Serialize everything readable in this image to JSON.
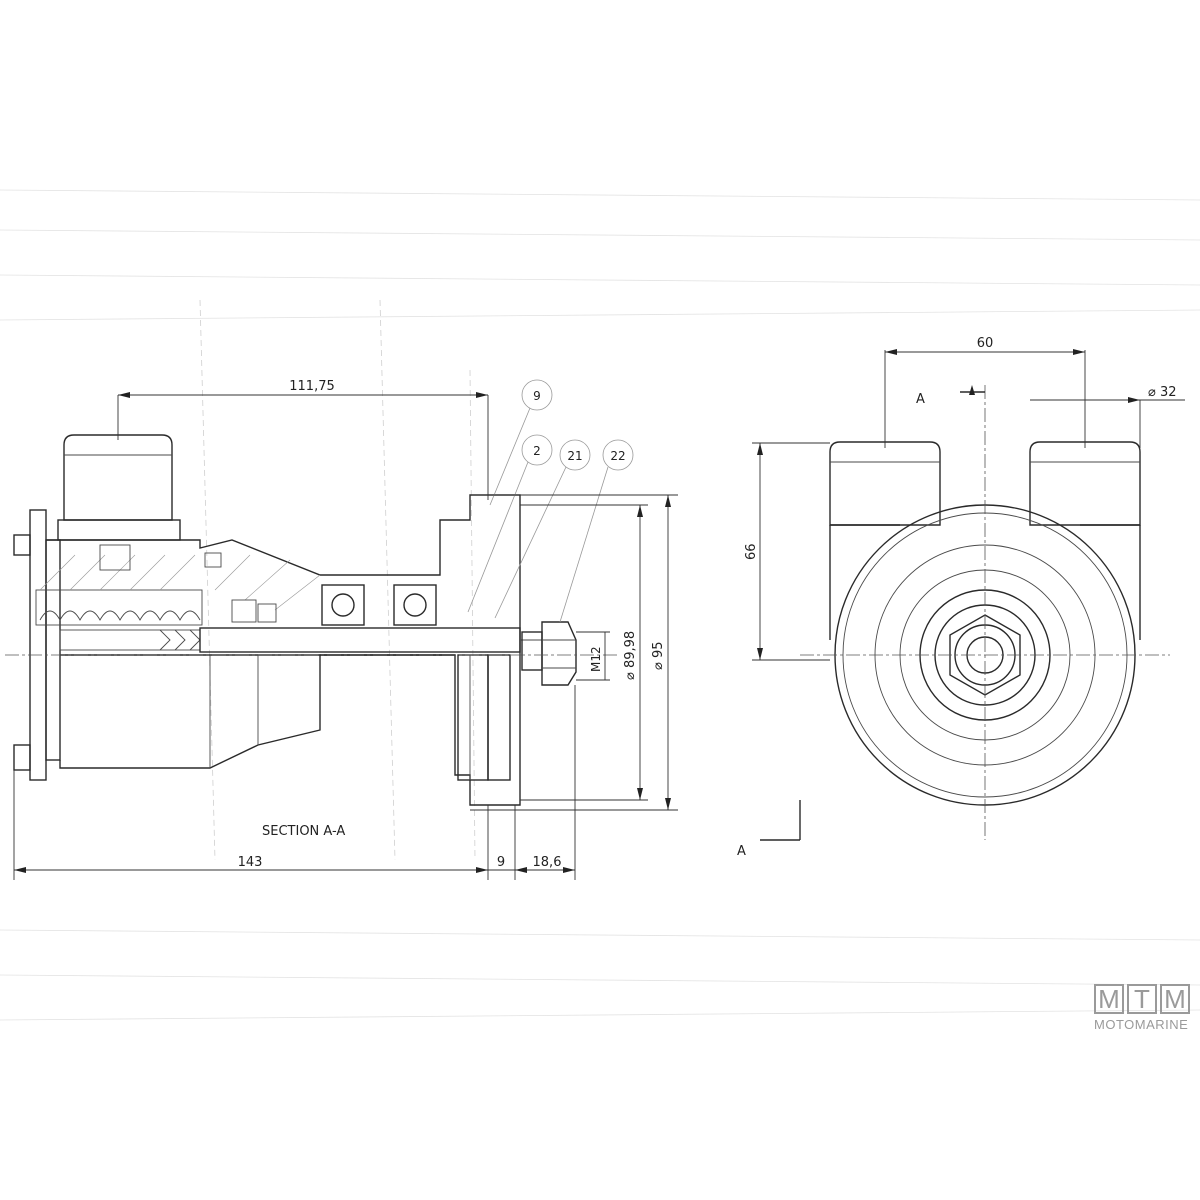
{
  "labels": {
    "section_title": "SECTION A-A",
    "dim_overall_length": "143",
    "dim_hose_offset": "111,75",
    "dim_pulley_gap": "9",
    "dim_shaft_end": "18,6",
    "dim_pulley_inner_dia": "⌀ 89,98",
    "dim_pulley_outer_dia": "⌀ 95",
    "dim_thread": "M12",
    "dim_port_spacing": "60",
    "dim_port_dia": "⌀ 32",
    "dim_height": "66",
    "section_marker_top": "A",
    "section_marker_bottom": "A"
  },
  "part_balloons": [
    "9",
    "2",
    "21",
    "22"
  ],
  "brand": {
    "letters": [
      "M",
      "T",
      "M"
    ],
    "name": "MOTOMARINE",
    "color": "#9a9a9a"
  }
}
